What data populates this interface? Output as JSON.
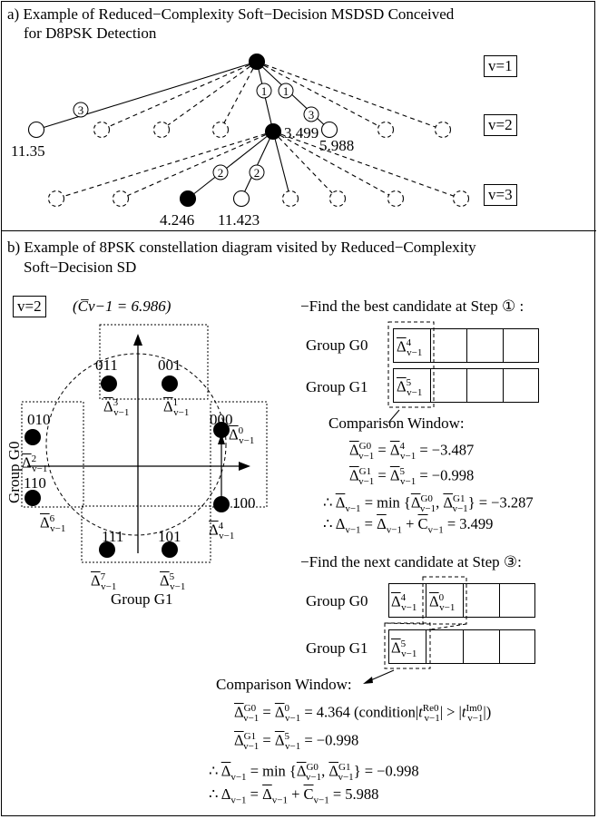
{
  "section_a": {
    "title_line1": "a) Example of Reduced−Complexity Soft−Decision MSDSD Conceived",
    "title_line2": "for D8PSK Detection",
    "levels": [
      "v=1",
      "v=2",
      "v=3"
    ],
    "edge_labels": [
      "3",
      "1",
      "1",
      "3",
      "2",
      "2"
    ],
    "node_values": [
      "11.35",
      "3.499",
      "5.988",
      "4.246",
      "11.423"
    ]
  },
  "section_b": {
    "title_line1": "b) Example of 8PSK constellation diagram visited by Reduced−Complexity",
    "title_line2": "Soft−Decision SD",
    "v_label": "v=2",
    "c_value": "(C̅v−1 = 6.986)",
    "constellation": {
      "points": [
        {
          "bits": "011",
          "delta": "3"
        },
        {
          "bits": "001",
          "delta": "1"
        },
        {
          "bits": "010",
          "delta": "2"
        },
        {
          "bits": "000",
          "delta": "0"
        },
        {
          "bits": "110",
          "delta": "6"
        },
        {
          "bits": "100",
          "delta": "4"
        },
        {
          "bits": "111",
          "delta": "7"
        },
        {
          "bits": "101",
          "delta": "5"
        }
      ],
      "group_g0": "Group G0",
      "group_g1": "Group G1"
    },
    "step1": {
      "heading": "−Find the best candidate at Step ① :",
      "group_g0": "Group G0",
      "group_g1": "Group G1",
      "g0_entry": "4",
      "g1_entry": "5",
      "window_label": "Comparison Window:",
      "eq1": "= −3.487",
      "eq2": "= −0.998",
      "eq3": "} = −3.287",
      "eq4": "= 3.499"
    },
    "step3": {
      "heading": "−Find the next candidate at Step ③:",
      "group_g0": "Group G0",
      "group_g1": "Group G1",
      "g0_entries": [
        "4",
        "0"
      ],
      "g1_entry": "5",
      "window_label": "Comparison Window:",
      "eq1": "= 4.364 (condition",
      "eq2": "= −0.998",
      "eq3": "} = −0.998",
      "eq4": "= 5.988"
    }
  }
}
